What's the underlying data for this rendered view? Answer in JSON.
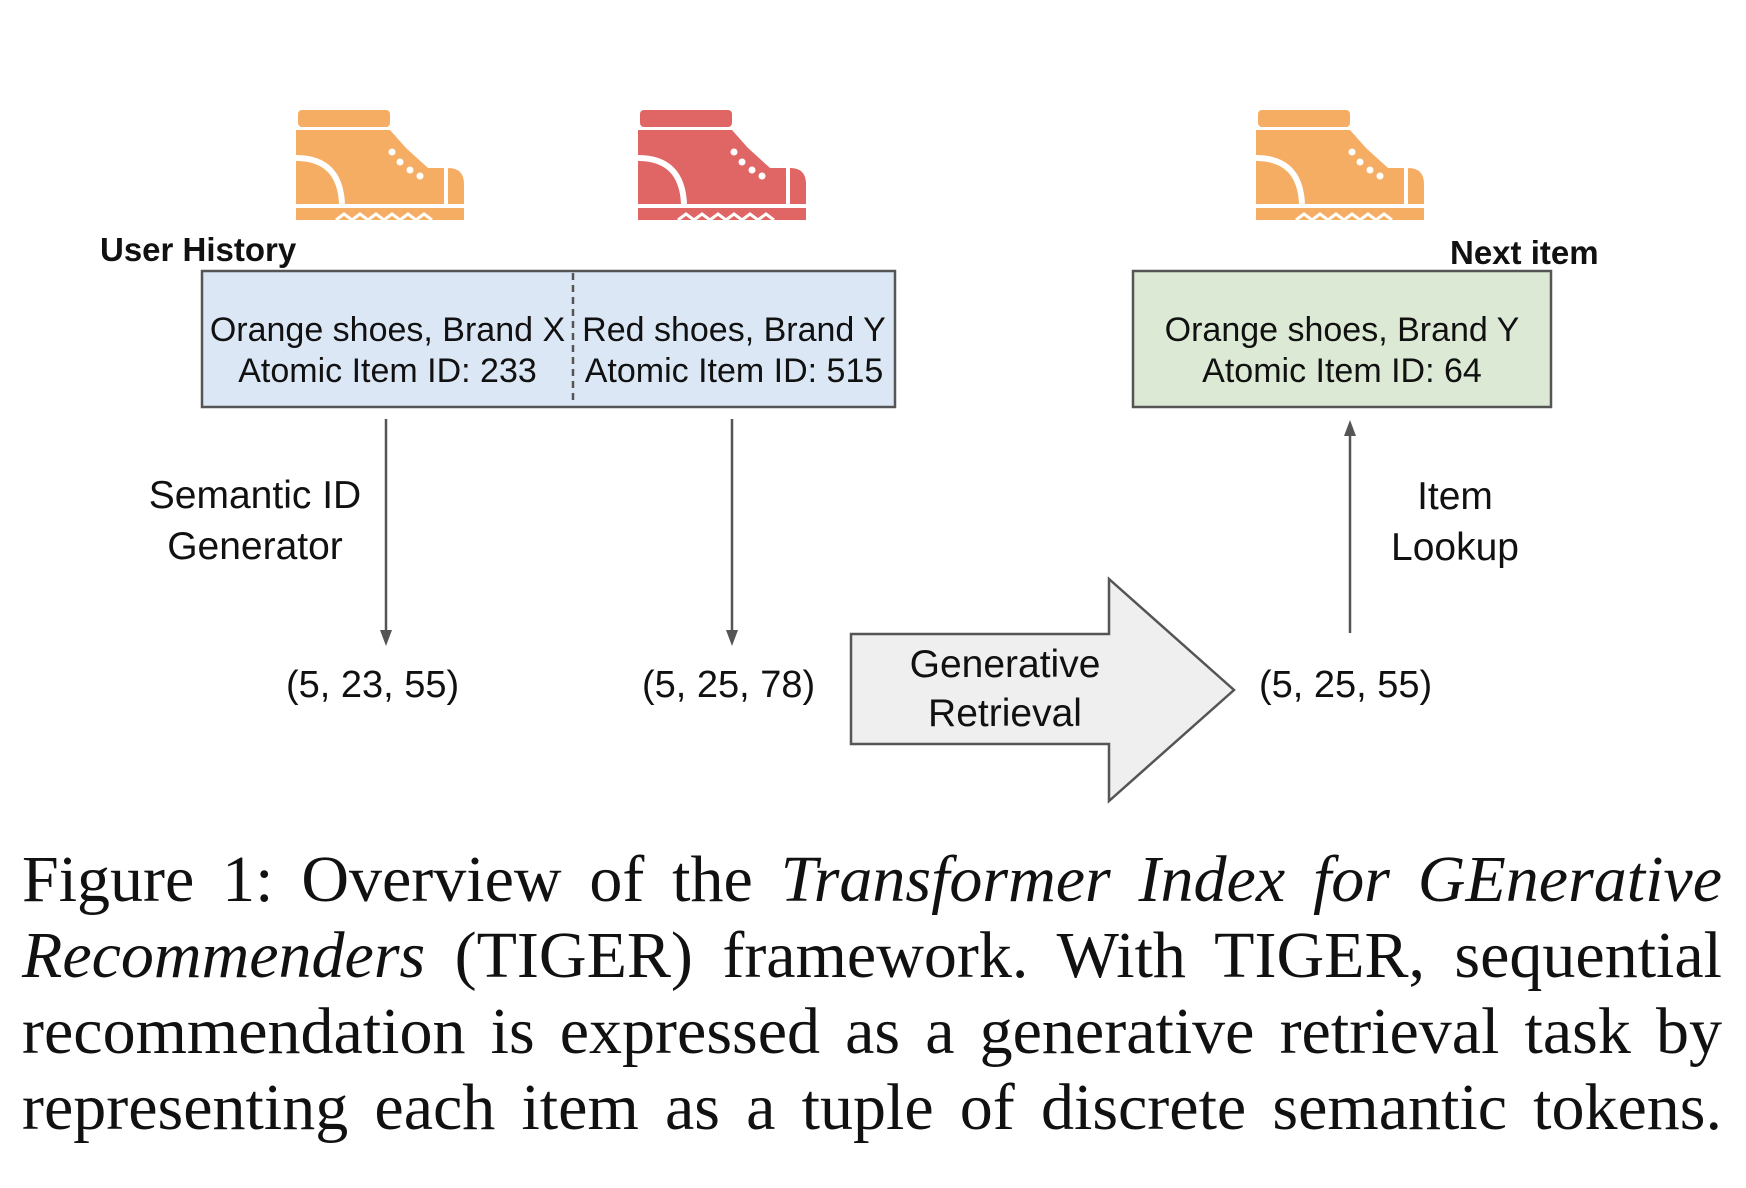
{
  "labels": {
    "user_history": "User History",
    "next_item": "Next item",
    "semantic_id_generator_line1": "Semantic ID",
    "semantic_id_generator_line2": "Generator",
    "item_lookup_line1": "Item",
    "item_lookup_line2": "Lookup",
    "generative_retrieval_line1": "Generative",
    "generative_retrieval_line2": "Retrieval"
  },
  "history_items": [
    {
      "name": "Orange shoes, Brand X",
      "atomic_id": "Atomic Item ID: 233",
      "semantic_id": "(5, 23, 55)",
      "shoe_color": "#f5ad63"
    },
    {
      "name": "Red shoes, Brand Y",
      "atomic_id": "Atomic Item ID: 515",
      "semantic_id": "(5, 25, 78)",
      "shoe_color": "#e06565"
    }
  ],
  "next_item": {
    "name": "Orange shoes, Brand Y",
    "atomic_id": "Atomic Item ID: 64",
    "semantic_id": "(5, 25, 55)",
    "shoe_color": "#f5ad63"
  },
  "colors": {
    "history_box_fill": "#dbe7f5",
    "next_box_fill": "#dce9d4",
    "arrow_fill": "#efefef",
    "stroke": "#555555"
  },
  "caption": {
    "label": "Figure 1:",
    "part1": "Overview of the",
    "italic": "Transformer Index for GEnerative",
    "italic2": "Recommenders",
    "part2": "(TIGER) framework. With TIGER, sequential",
    "line3": "recommendation is expressed as a generative retrieval task by",
    "line4": "representing each item as a tuple of discrete semantic tokens."
  }
}
